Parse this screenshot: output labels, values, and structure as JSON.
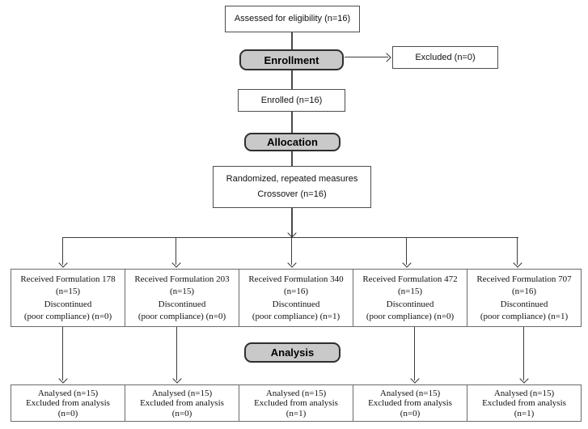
{
  "flow": {
    "assessed_label": "Assessed for eligibility (n=16)",
    "stages": {
      "enrollment": "Enrollment",
      "allocation": "Allocation",
      "analysis": "Analysis"
    },
    "excluded_label": "Excluded (n=0)",
    "enrolled_label": "Enrolled (n=16)",
    "randomized": {
      "line1": "Randomized, repeated measures",
      "line2": "Crossover (n=16)"
    },
    "formulations": [
      {
        "received": "Received Formulation 178",
        "n": "(n=15)",
        "discontinued": "Discontinued",
        "compliance": "(poor compliance) (n=0)"
      },
      {
        "received": "Received Formulation 203",
        "n": "(n=15)",
        "discontinued": "Discontinued",
        "compliance": "(poor compliance) (n=0)"
      },
      {
        "received": "Received Formulation 340",
        "n": "(n=16)",
        "discontinued": "Discontinued",
        "compliance": "(poor compliance) (n=1)"
      },
      {
        "received": "Received Formulation 472",
        "n": "(n=15)",
        "discontinued": "Discontinued",
        "compliance": "(poor compliance) (n=0)"
      },
      {
        "received": "Received Formulation 707",
        "n": "(n=16)",
        "discontinued": "Discontinued",
        "compliance": "(poor compliance) (n=1)"
      }
    ],
    "analysed": [
      {
        "analysed": "Analysed (n=15)",
        "excluded": "Excluded from analysis",
        "n": "(n=0)"
      },
      {
        "analysed": "Analysed (n=15)",
        "excluded": "Excluded from analysis",
        "n": "(n=0)"
      },
      {
        "analysed": "Analysed (n=15)",
        "excluded": "Excluded from analysis",
        "n": "(n=1)"
      },
      {
        "analysed": "Analysed (n=15)",
        "excluded": "Excluded from analysis",
        "n": "(n=0)"
      },
      {
        "analysed": "Analysed (n=15)",
        "excluded": "Excluded from analysis",
        "n": "(n=1)"
      }
    ],
    "colors": {
      "stage_fill": "#c9c9c9",
      "stage_border": "#2e2e2e",
      "box_border": "#4d4d4d",
      "connector": "#3c3c3c"
    }
  }
}
